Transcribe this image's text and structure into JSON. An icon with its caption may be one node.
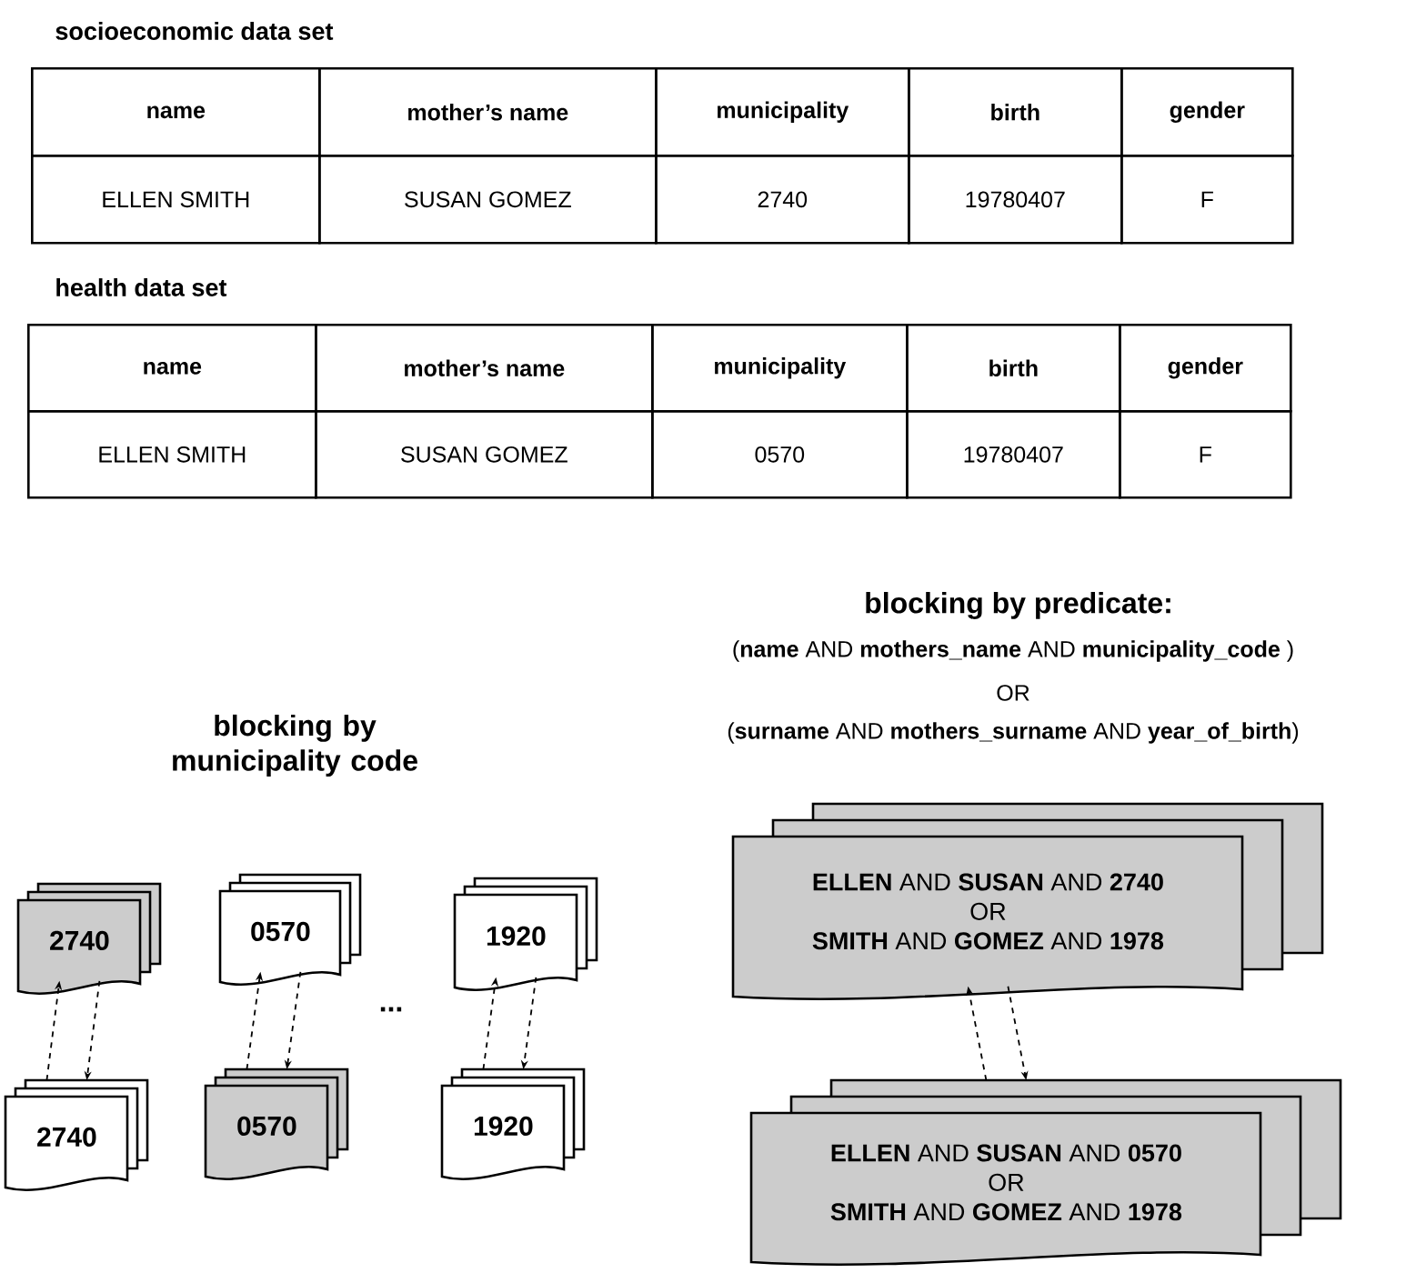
{
  "diagram": {
    "nodes": [
      {
        "text": [
          "2740"
        ]
      },
      {
        "text": [
          "2740"
        ]
      },
      {
        "text": [
          "0570"
        ]
      },
      {
        "text": [
          "0570"
        ]
      },
      {
        "text": [
          "1920"
        ]
      },
      {
        "text": [
          "1920"
        ]
      },
      {
        "text": [
          "**ELLEN** AND **SUSAN** AND **2740**",
          "OR",
          "**SMITH** AND **GOMEZ** AND **1978**"
        ]
      },
      {
        "text": [
          "**ELLEN** AND **SUSAN** AND **0570**",
          "OR",
          "**SMITH** AND **GOMEZ** AND **1978**"
        ]
      }
    ],
    "edges": [
      {
        "from": 1,
        "to": 0,
        "arrow": "to",
        "style": "dashed"
      },
      {
        "from": 0,
        "to": 1,
        "arrow": "to",
        "style": "dashed"
      },
      {
        "from": 3,
        "to": 2,
        "arrow": "to",
        "style": "dashed"
      },
      {
        "from": 2,
        "to": 3,
        "arrow": "to",
        "style": "dashed"
      },
      {
        "from": 5,
        "to": 4,
        "arrow": "to",
        "style": "dashed"
      },
      {
        "from": 4,
        "to": 5,
        "arrow": "to",
        "style": "dashed"
      },
      {
        "from": 7,
        "to": 6,
        "arrow": "to",
        "style": "dashed"
      },
      {
        "from": 6,
        "to": 7,
        "arrow": "to",
        "style": "dashed"
      }
    ],
    "labels": [
      "socioeconomic data set",
      "name",
      "mother’s name",
      "municipality",
      "birth",
      "gender",
      "ELLEN SMITH",
      "SUSAN GOMEZ",
      "2740",
      "19780407",
      "F",
      "health data set",
      "name",
      "mother’s name",
      "municipality",
      "birth",
      "gender",
      "ELLEN SMITH",
      "SUSAN GOMEZ",
      "0570",
      "19780407",
      "F",
      "blocking by municipality code",
      "blocking by predicate:",
      "(**name** AND **mothers_name** AND **municipality_code** )",
      "OR",
      "(**surname**  AND **mothers_surname** AND **year_of_birth**)",
      "..."
    ]
  }
}
